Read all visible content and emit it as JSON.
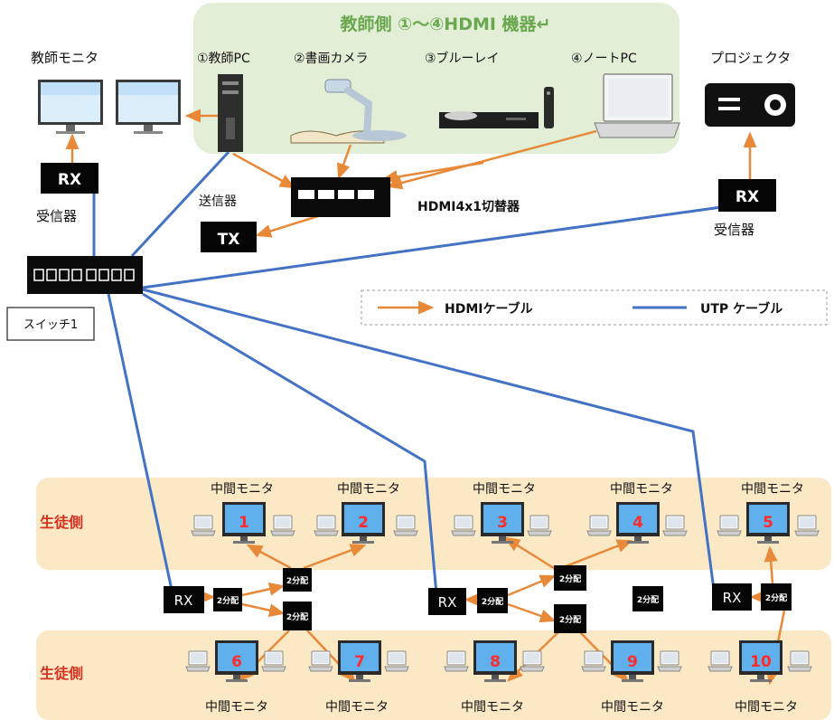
{
  "teacher_panel": {
    "title": "教師側 ①～④HDMI 機器↵"
  },
  "devices": {
    "teacher_monitor": "教師モニタ",
    "teacher_pc": "①教師PC",
    "document_camera": "②書画カメラ",
    "bluray": "③ブルーレイ",
    "notebook_pc": "④ノートPC",
    "projector": "プロジェクタ",
    "switcher": "HDMI4x1切替器",
    "transmitter": "送信器",
    "switch": "スイッチ1"
  },
  "box_labels": {
    "rx": "RX",
    "tx": "TX",
    "receiver": "受信器",
    "splitter": "2分配"
  },
  "legend": {
    "hdmi": "HDMIケーブル",
    "utp": "UTP ケーブル"
  },
  "students": {
    "side_label": "生徒側",
    "monitor_label": "中間モニタ",
    "monitors": [
      "1",
      "2",
      "3",
      "4",
      "5",
      "6",
      "7",
      "8",
      "9",
      "10"
    ]
  },
  "colors": {
    "hdmi": "#e8893a",
    "utp": "#4472c4",
    "student_band": "#fbe8c4",
    "teacher_band": "#e2eed6",
    "teacher_title": "#6aa84f",
    "student_label": "#d83020",
    "monitor_screen": "#5fb0ec",
    "monitor_number": "#ff2a2a"
  }
}
